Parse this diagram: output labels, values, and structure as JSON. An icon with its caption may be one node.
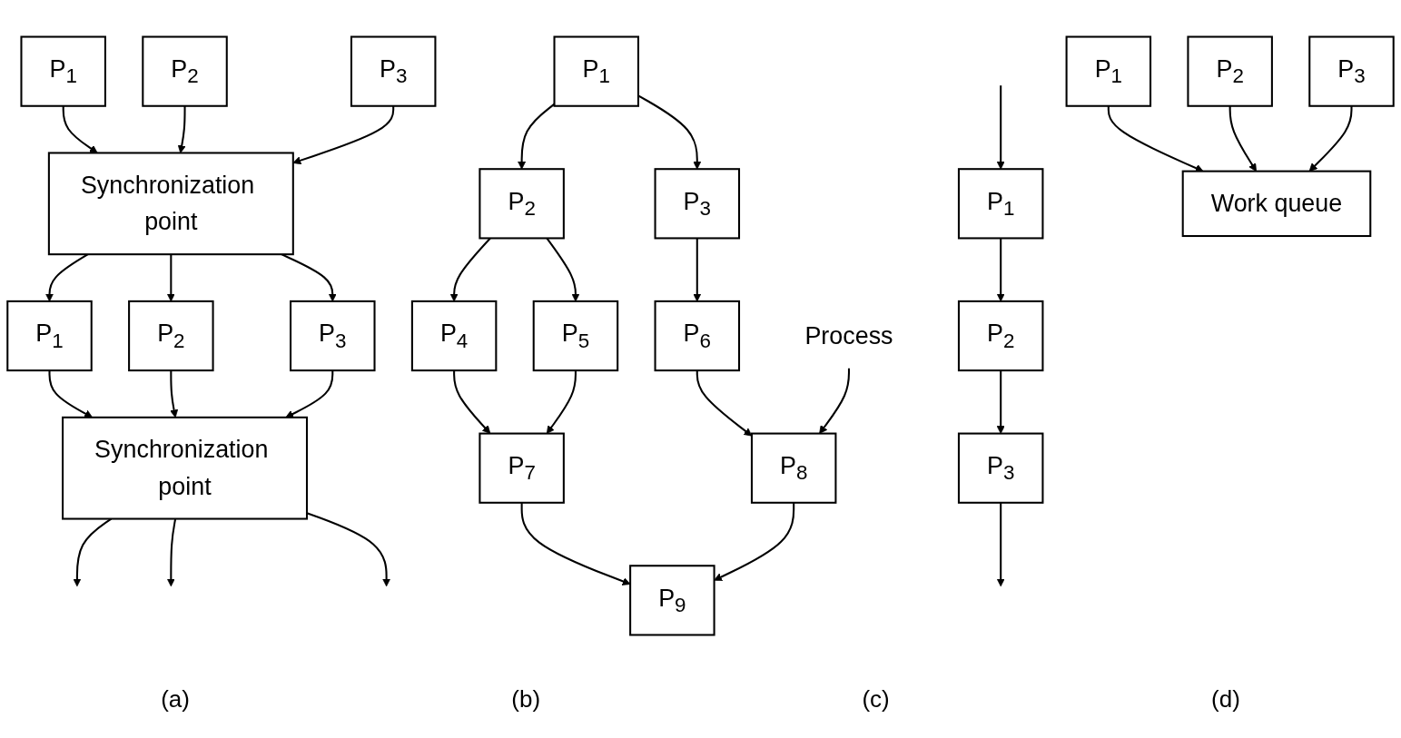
{
  "diagram": {
    "nodes": [
      {
        "text": [
          "P$_{1}$"
        ]
      },
      {
        "text": [
          "P$_{2}$"
        ]
      },
      {
        "text": [
          "P$_{3}$"
        ]
      },
      {
        "text": [
          "P$_{1}$"
        ]
      },
      {
        "text": [
          "P$_{2}$"
        ]
      },
      {
        "text": [
          "P$_{3}$"
        ]
      },
      {
        "text": [
          "Synchronization point"
        ]
      },
      {
        "text": [
          "P$_{1}$"
        ]
      },
      {
        "text": [
          "P$_{2}$"
        ]
      },
      {
        "text": [
          "P$_{3}$"
        ]
      },
      {
        "text": [
          "Synchronization point"
        ]
      },
      {
        "text": [
          "P$_{1}$"
        ]
      },
      {
        "text": [
          "P$_{2}$"
        ]
      },
      {
        "text": [
          "P$_{3}$"
        ]
      },
      {
        "text": [
          "P$_{4}$"
        ]
      },
      {
        "text": [
          "P$_{5}$"
        ]
      },
      {
        "text": [
          "P$_{6}$"
        ]
      },
      {
        "text": [
          "P$_{7}$"
        ]
      },
      {
        "text": [
          "P$_{8}$"
        ]
      },
      {
        "text": [
          "P$_{9}$"
        ]
      },
      {
        "text": [
          "Process"
        ]
      },
      {
        "text": [
          "Work queue"
        ]
      },
      {
        "text": [
          "P$_{1}$"
        ]
      },
      {
        "text": [
          "P$_{2}$"
        ]
      },
      {
        "text": [
          "P$_{3}$"
        ]
      }
    ],
    "edges": [
      {
        "from": null,
        "to": 0,
        "arrow": "to"
      },
      {
        "from": 0,
        "to": 1,
        "arrow": "to"
      },
      {
        "from": 1,
        "to": 2,
        "arrow": "to"
      },
      {
        "from": 2,
        "to": null,
        "arrow": "to"
      },
      {
        "from": 3,
        "to": 6,
        "arrow": "to"
      },
      {
        "from": 4,
        "to": 6,
        "arrow": "to"
      },
      {
        "from": 5,
        "to": 6,
        "arrow": "to"
      },
      {
        "from": 6,
        "to": 7,
        "arrow": "to"
      },
      {
        "from": 6,
        "to": 8,
        "arrow": "to"
      },
      {
        "from": 6,
        "to": 9,
        "arrow": "to"
      },
      {
        "from": 7,
        "to": 10,
        "arrow": "to"
      },
      {
        "from": 8,
        "to": 10,
        "arrow": "to"
      },
      {
        "from": 9,
        "to": 10,
        "arrow": "to"
      },
      {
        "from": 10,
        "to": null,
        "arrow": "to"
      },
      {
        "from": 10,
        "to": null,
        "arrow": "to"
      },
      {
        "from": 10,
        "to": null,
        "arrow": "to"
      },
      {
        "from": 11,
        "to": 12,
        "arrow": "to"
      },
      {
        "from": 11,
        "to": 13,
        "arrow": "to"
      },
      {
        "from": 12,
        "to": 14,
        "arrow": "to"
      },
      {
        "from": 12,
        "to": 15,
        "arrow": "to"
      },
      {
        "from": 13,
        "to": 16,
        "arrow": "to"
      },
      {
        "from": 14,
        "to": 17,
        "arrow": "to"
      },
      {
        "from": 15,
        "to": 17,
        "arrow": "to"
      },
      {
        "from": 16,
        "to": 18,
        "arrow": "to"
      },
      {
        "from": 17,
        "to": 19,
        "arrow": "to"
      },
      {
        "from": 18,
        "to": 19,
        "arrow": "to"
      },
      {
        "from": 20,
        "to": 18,
        "arrow": "to"
      },
      {
        "from": 22,
        "to": 21,
        "arrow": "to"
      },
      {
        "from": 23,
        "to": 21,
        "arrow": "to"
      },
      {
        "from": 24,
        "to": 21,
        "arrow": "to"
      }
    ],
    "labels": [
      "(a)",
      "(b)",
      "(c)",
      "(d)"
    ]
  }
}
